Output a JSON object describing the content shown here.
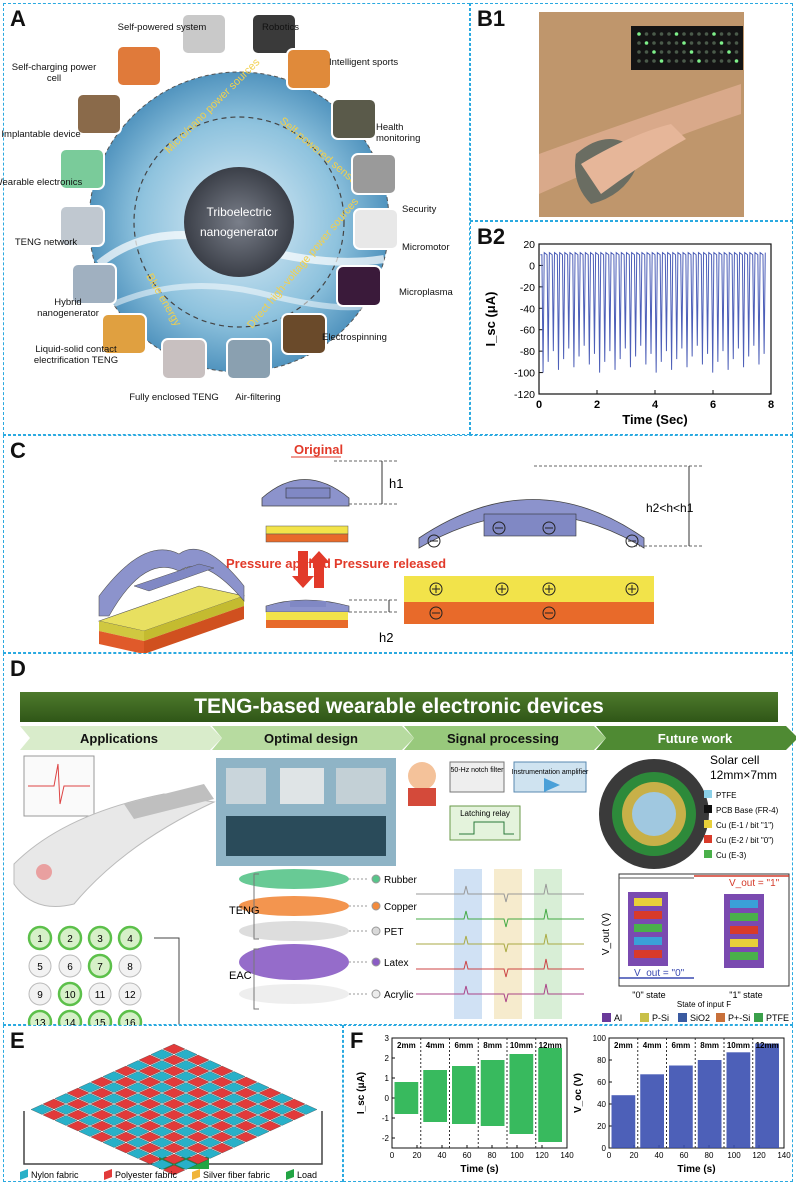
{
  "labels": {
    "A": "A",
    "B1": "B1",
    "B2": "B2",
    "C": "C",
    "D": "D",
    "E": "E",
    "F": "F"
  },
  "panelA": {
    "center_line1": "Triboelectric",
    "center_line2": "nanogenerator",
    "arcs": [
      "Micro/nano power sources",
      "Self-powered sensors",
      "Blue energy",
      "Direct high-voltage power sources"
    ],
    "items": [
      "Self-powered system",
      "Robotics",
      "Intelligent sports",
      "Health monitoring",
      "Security",
      "Micromotor",
      "Microplasma",
      "Electrospinning",
      "Air-filtering",
      "Fully enclosed TENG",
      "Liquid-solid contact electrification TENG",
      "Hybrid nanogenerator",
      "TENG network",
      "Wearable electronics",
      "Implantable device",
      "Self-charging power cell"
    ]
  },
  "chart_data": [
    {
      "type": "line",
      "panel": "B2",
      "title": "",
      "xlabel": "Time (Sec)",
      "ylabel": "I_sc (μA)",
      "xlim": [
        0,
        8
      ],
      "ylim": [
        -120,
        20
      ],
      "xticks": [
        "0",
        "2",
        "4",
        "6",
        "8"
      ],
      "yticks": [
        "20",
        "0",
        "-20",
        "-40",
        "-60",
        "-80",
        "-100",
        "-120"
      ],
      "pulse_count": 44,
      "baseline": 10,
      "peak_min": -100,
      "peak_max": -75,
      "color": "#4d5fb8"
    },
    {
      "type": "bar",
      "panel": "F-left",
      "xlabel": "Time (s)",
      "ylabel": "I_sc (μA)",
      "xlim": [
        0,
        140
      ],
      "ylim": [
        -2.5,
        3
      ],
      "xticks": [
        "0",
        "20",
        "40",
        "60",
        "80",
        "100",
        "120",
        "140"
      ],
      "yticks": [
        "3",
        "2",
        "1",
        "0",
        "-1",
        "-2"
      ],
      "categories": [
        "2mm",
        "4mm",
        "6mm",
        "8mm",
        "10mm",
        "12mm"
      ],
      "values": [
        0.8,
        1.4,
        1.6,
        1.9,
        2.2,
        2.5
      ],
      "neg_values": [
        -0.8,
        -1.2,
        -1.3,
        -1.4,
        -1.8,
        -2.2
      ],
      "color": "#22b24c"
    },
    {
      "type": "bar",
      "panel": "F-right",
      "xlabel": "Time (s)",
      "ylabel": "V_oc (V)",
      "xlim": [
        0,
        140
      ],
      "ylim": [
        0,
        100
      ],
      "xticks": [
        "0",
        "20",
        "40",
        "60",
        "80",
        "100",
        "120",
        "140"
      ],
      "yticks": [
        "100",
        "80",
        "60",
        "40",
        "20",
        "0"
      ],
      "categories": [
        "2mm",
        "4mm",
        "6mm",
        "8mm",
        "10mm",
        "12mm"
      ],
      "values": [
        48,
        67,
        75,
        80,
        87,
        95
      ],
      "color": "#3a4fb0"
    }
  ],
  "panelC": {
    "original": "Original",
    "h1": "h1",
    "h2": "h2",
    "hrel": "h2<h<h1",
    "pressure_applied": "Pressure applied",
    "pressure_released": "Pressure released"
  },
  "panelD": {
    "banner": "TENG-based wearable electronic devices",
    "stages": [
      "Applications",
      "Optimal design",
      "Signal processing",
      "Future work"
    ],
    "grid_numbers": [
      "1",
      "2",
      "3",
      "4",
      "5",
      "6",
      "7",
      "8",
      "9",
      "10",
      "11",
      "12",
      "13",
      "14",
      "15",
      "16"
    ],
    "layers": {
      "teng": "TENG",
      "eac": "EAC",
      "items": [
        "Rubber",
        "Copper",
        "PET",
        "Latex",
        "Acrylic"
      ]
    },
    "signal": {
      "notch": "50-Hz notch filter",
      "amp": "Instrumentation amplifier",
      "relay": "Latching relay",
      "teng": "TENG"
    },
    "future": {
      "solar": "Solar cell",
      "solar_size": "12mm×7mm",
      "legend": [
        "PTFE",
        "PCB Base (FR-4)",
        "Cu (E-1 / bit \"1\")",
        "Cu (E-2 / bit \"0\")",
        "Cu (E-3)"
      ],
      "vout_label": "V_out (V)",
      "state0": "\"0\" state",
      "state1": "\"1\" state",
      "xlabel": "State of input F",
      "vout1": "V_out = \"1\"",
      "vout0": "V_out = \"0\"",
      "materials": [
        "Al",
        "P-Si",
        "SiO2",
        "P+-Si",
        "PTFE"
      ]
    }
  },
  "panelE": {
    "legend": [
      "Nylon fabric",
      "Polyester fabric",
      "Silver fiber fabric",
      "Load"
    ]
  }
}
